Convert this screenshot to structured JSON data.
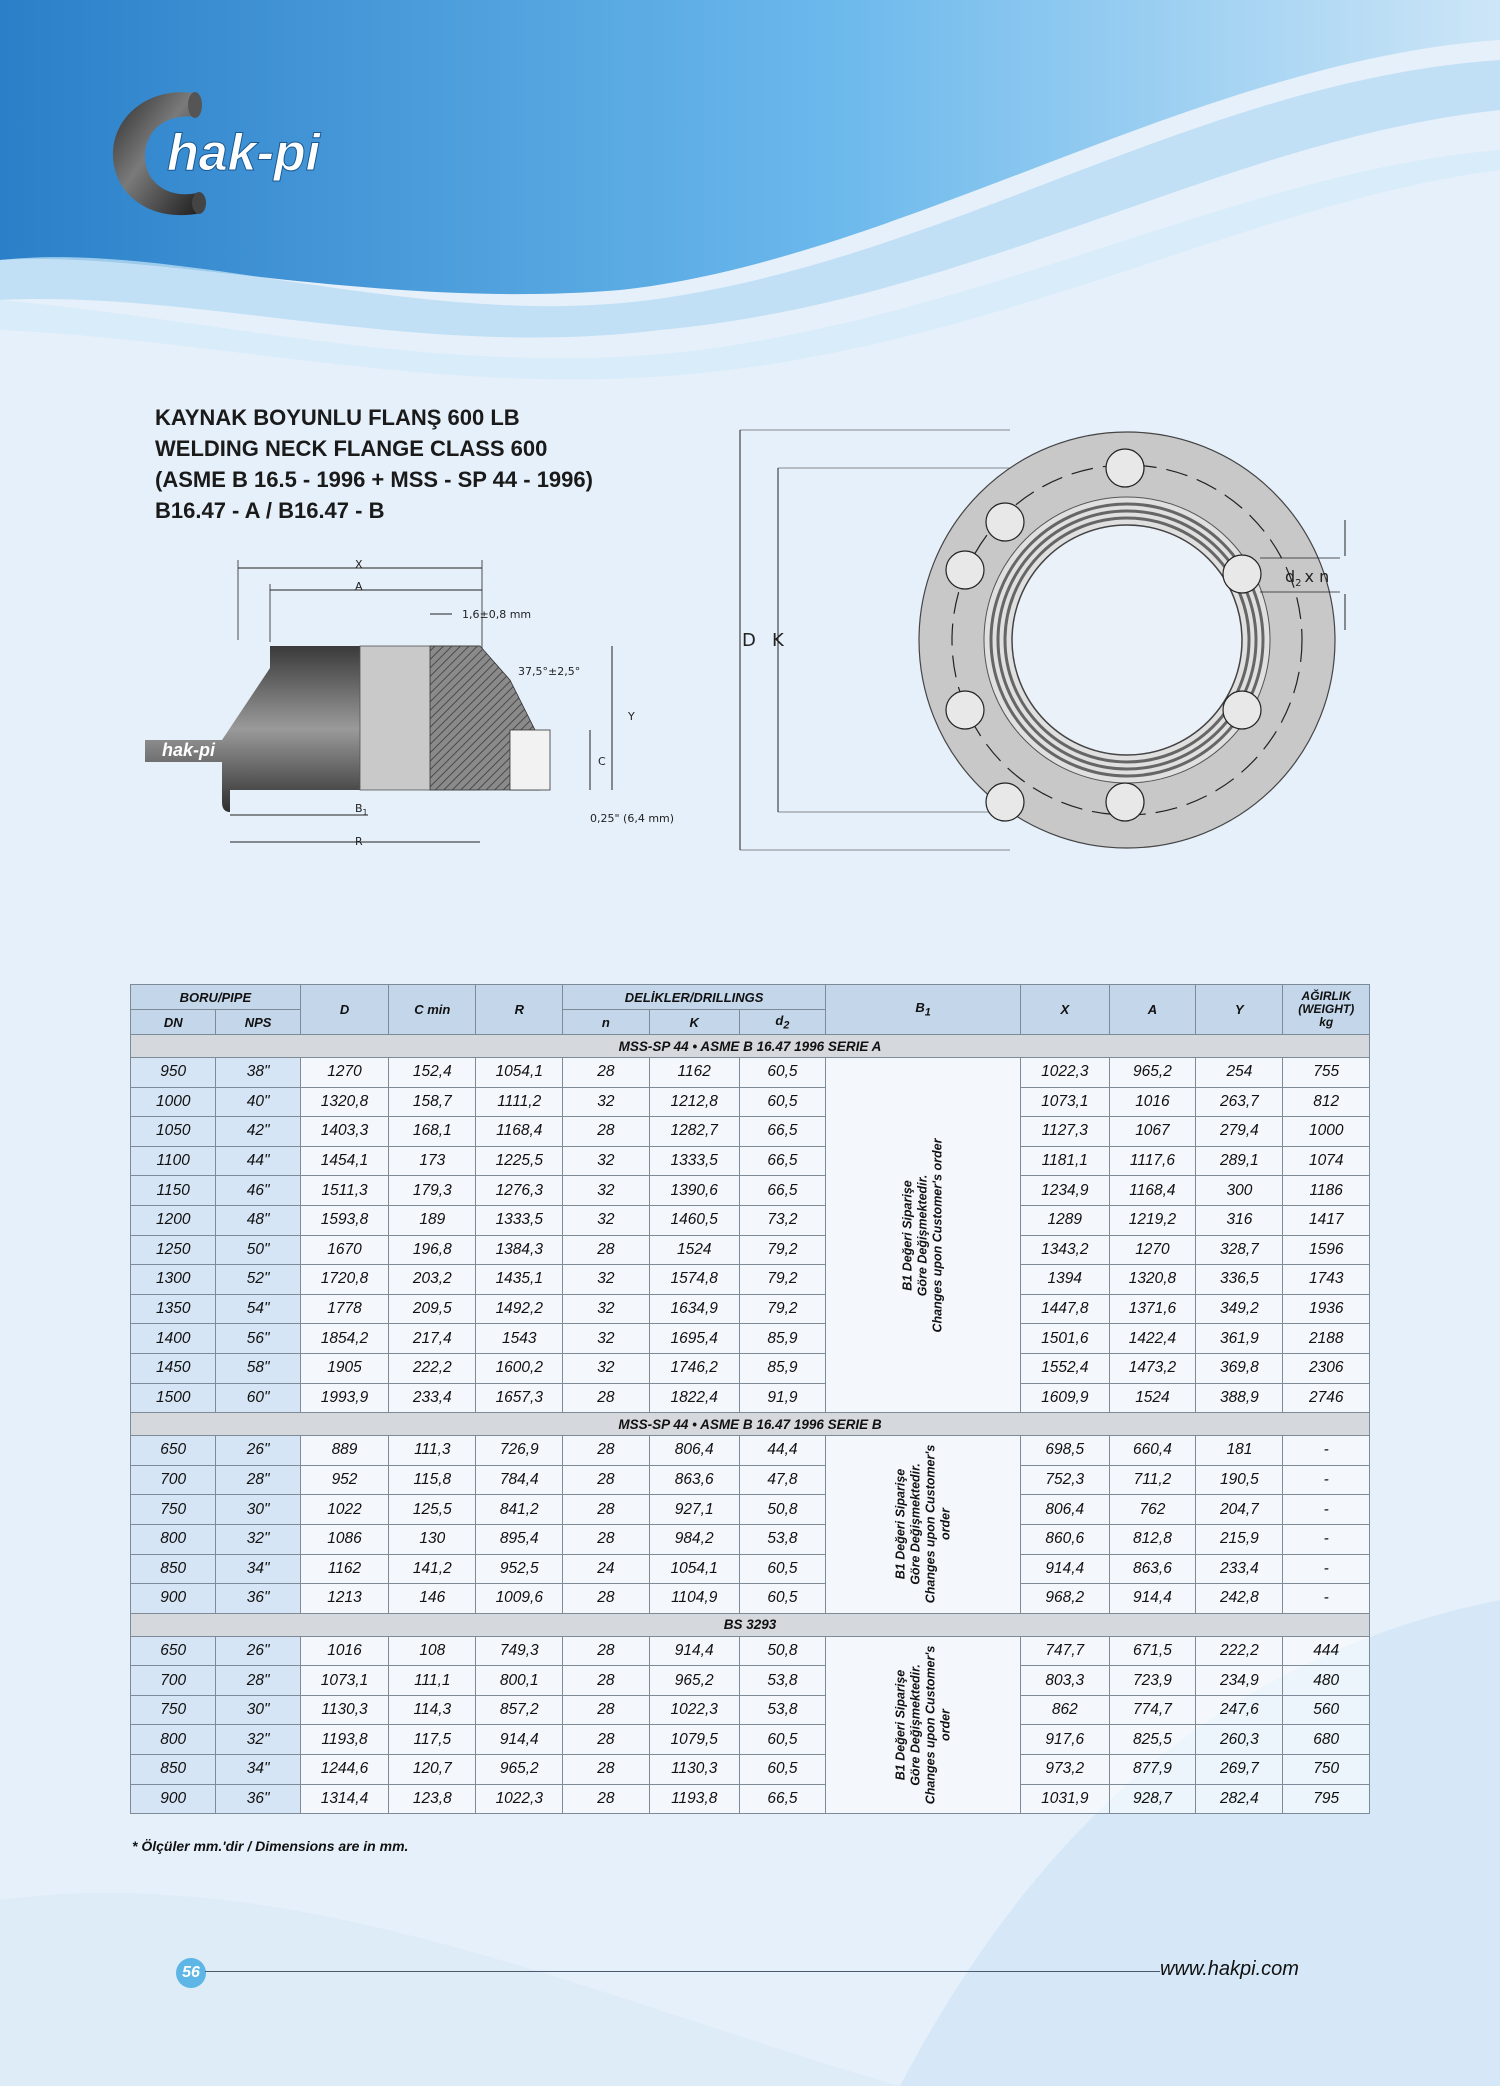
{
  "brand": {
    "name": "hak-pi"
  },
  "title": {
    "line1": "KAYNAK BOYUNLU FLANŞ 600 LB",
    "line2": "WELDING NECK FLANGE CLASS 600",
    "line3": "(ASME B 16.5 - 1996 + MSS - SP 44 - 1996)",
    "line4": "B16.47 - A / B16.47 - B"
  },
  "side_drawing": {
    "x": "X",
    "a": "A",
    "gap": "1,6±0,8 mm",
    "angle": "37,5°±2,5°",
    "y": "Y",
    "c": "C",
    "b1": "B",
    "b1_sub": "1",
    "r": "R",
    "raise": "0,25\" (6,4 mm)",
    "brand": "hak-pi"
  },
  "front_drawing": {
    "d": "D",
    "k": "K",
    "d2": "d",
    "d2_sub": "2",
    "xn": "x n"
  },
  "table": {
    "headers": {
      "pipe": "BORU/PIPE",
      "dn": "DN",
      "nps": "NPS",
      "d": "D",
      "cmin": "C min",
      "r": "R",
      "drillings": "DELİKLER/DRILLINGS",
      "n": "n",
      "k": "K",
      "d2": "d",
      "d2_sub": "2",
      "b1": "B",
      "b1_sub": "1",
      "x": "X",
      "a": "A",
      "y": "Y",
      "weight_1": "AĞIRLIK",
      "weight_2": "(WEIGHT)",
      "weight_3": "kg"
    },
    "sections": [
      {
        "title": "MSS-SP 44 • ASME B 16.47 1996 SERIE A",
        "note_lines": [
          "B1 Değeri Siparişe",
          "Göre Değişmektedir.",
          "Changes upon Customer's order"
        ],
        "rows": [
          [
            "950",
            "38\"",
            "1270",
            "152,4",
            "1054,1",
            "28",
            "1162",
            "60,5",
            "1022,3",
            "965,2",
            "254",
            "755"
          ],
          [
            "1000",
            "40\"",
            "1320,8",
            "158,7",
            "1111,2",
            "32",
            "1212,8",
            "60,5",
            "1073,1",
            "1016",
            "263,7",
            "812"
          ],
          [
            "1050",
            "42\"",
            "1403,3",
            "168,1",
            "1168,4",
            "28",
            "1282,7",
            "66,5",
            "1127,3",
            "1067",
            "279,4",
            "1000"
          ],
          [
            "1100",
            "44\"",
            "1454,1",
            "173",
            "1225,5",
            "32",
            "1333,5",
            "66,5",
            "1181,1",
            "1117,6",
            "289,1",
            "1074"
          ],
          [
            "1150",
            "46\"",
            "1511,3",
            "179,3",
            "1276,3",
            "32",
            "1390,6",
            "66,5",
            "1234,9",
            "1168,4",
            "300",
            "1186"
          ],
          [
            "1200",
            "48\"",
            "1593,8",
            "189",
            "1333,5",
            "32",
            "1460,5",
            "73,2",
            "1289",
            "1219,2",
            "316",
            "1417"
          ],
          [
            "1250",
            "50\"",
            "1670",
            "196,8",
            "1384,3",
            "28",
            "1524",
            "79,2",
            "1343,2",
            "1270",
            "328,7",
            "1596"
          ],
          [
            "1300",
            "52\"",
            "1720,8",
            "203,2",
            "1435,1",
            "32",
            "1574,8",
            "79,2",
            "1394",
            "1320,8",
            "336,5",
            "1743"
          ],
          [
            "1350",
            "54\"",
            "1778",
            "209,5",
            "1492,2",
            "32",
            "1634,9",
            "79,2",
            "1447,8",
            "1371,6",
            "349,2",
            "1936"
          ],
          [
            "1400",
            "56\"",
            "1854,2",
            "217,4",
            "1543",
            "32",
            "1695,4",
            "85,9",
            "1501,6",
            "1422,4",
            "361,9",
            "2188"
          ],
          [
            "1450",
            "58\"",
            "1905",
            "222,2",
            "1600,2",
            "32",
            "1746,2",
            "85,9",
            "1552,4",
            "1473,2",
            "369,8",
            "2306"
          ],
          [
            "1500",
            "60\"",
            "1993,9",
            "233,4",
            "1657,3",
            "28",
            "1822,4",
            "91,9",
            "1609,9",
            "1524",
            "388,9",
            "2746"
          ]
        ]
      },
      {
        "title": "MSS-SP 44 • ASME B 16.47 1996 SERIE B",
        "note_lines": [
          "B1 Değeri Siparişe",
          "Göre Değişmektedir.",
          "Changes upon Customer's",
          "order"
        ],
        "rows": [
          [
            "650",
            "26\"",
            "889",
            "111,3",
            "726,9",
            "28",
            "806,4",
            "44,4",
            "698,5",
            "660,4",
            "181",
            "-"
          ],
          [
            "700",
            "28\"",
            "952",
            "115,8",
            "784,4",
            "28",
            "863,6",
            "47,8",
            "752,3",
            "711,2",
            "190,5",
            "-"
          ],
          [
            "750",
            "30\"",
            "1022",
            "125,5",
            "841,2",
            "28",
            "927,1",
            "50,8",
            "806,4",
            "762",
            "204,7",
            "-"
          ],
          [
            "800",
            "32\"",
            "1086",
            "130",
            "895,4",
            "28",
            "984,2",
            "53,8",
            "860,6",
            "812,8",
            "215,9",
            "-"
          ],
          [
            "850",
            "34\"",
            "1162",
            "141,2",
            "952,5",
            "24",
            "1054,1",
            "60,5",
            "914,4",
            "863,6",
            "233,4",
            "-"
          ],
          [
            "900",
            "36\"",
            "1213",
            "146",
            "1009,6",
            "28",
            "1104,9",
            "60,5",
            "968,2",
            "914,4",
            "242,8",
            "-"
          ]
        ]
      },
      {
        "title": "BS 3293",
        "note_lines": [
          "B1 Değeri Siparişe",
          "Göre Değişmektedir.",
          "Changes upon Customer's",
          "order"
        ],
        "rows": [
          [
            "650",
            "26\"",
            "1016",
            "108",
            "749,3",
            "28",
            "914,4",
            "50,8",
            "747,7",
            "671,5",
            "222,2",
            "444"
          ],
          [
            "700",
            "28\"",
            "1073,1",
            "111,1",
            "800,1",
            "28",
            "965,2",
            "53,8",
            "803,3",
            "723,9",
            "234,9",
            "480"
          ],
          [
            "750",
            "30\"",
            "1130,3",
            "114,3",
            "857,2",
            "28",
            "1022,3",
            "53,8",
            "862",
            "774,7",
            "247,6",
            "560"
          ],
          [
            "800",
            "32\"",
            "1193,8",
            "117,5",
            "914,4",
            "28",
            "1079,5",
            "60,5",
            "917,6",
            "825,5",
            "260,3",
            "680"
          ],
          [
            "850",
            "34\"",
            "1244,6",
            "120,7",
            "965,2",
            "28",
            "1130,3",
            "60,5",
            "973,2",
            "877,9",
            "269,7",
            "750"
          ],
          [
            "900",
            "36\"",
            "1314,4",
            "123,8",
            "1022,3",
            "28",
            "1193,8",
            "66,5",
            "1031,9",
            "928,7",
            "282,4",
            "795"
          ]
        ]
      }
    ]
  },
  "footnote": "* Ölçüler mm.'dir / Dimensions are in mm.",
  "footer": {
    "page": "56",
    "website": "www.hakpi.com"
  },
  "colors": {
    "header_fill": "#c3d6ea",
    "section_fill": "#d5d9dd",
    "brand_blue": "#1f78c4",
    "page_badge": "#5db6e6"
  }
}
